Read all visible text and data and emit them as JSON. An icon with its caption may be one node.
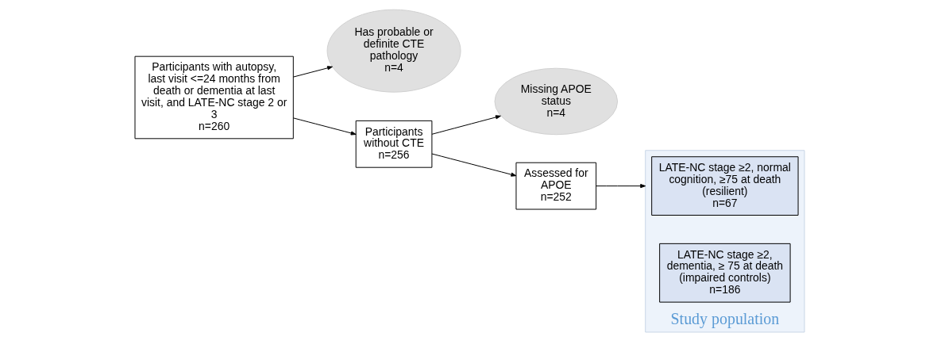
{
  "diagram": {
    "nodes": [
      {
        "text": [
          "Participants with autopsy, last visit <=24 months from death or dementia at last visit, and LATE-NC stage 2 or 3",
          "n=260"
        ]
      },
      {
        "text": [
          "Has probable or definite CTE pathology",
          "n=4"
        ]
      },
      {
        "text": [
          "Participants without CTE",
          "n=256"
        ]
      },
      {
        "text": [
          "Missing APOE status",
          "n=4"
        ]
      },
      {
        "text": [
          "Assessed for APOE",
          "n=252"
        ]
      },
      {
        "text": [
          "Study population"
        ]
      },
      {
        "text": [
          "LATE-NC stage ≥2, normal cognition, ≥75 at death (resilient)",
          "n=67"
        ],
        "in": 5
      },
      {
        "text": [
          "LATE-NC stage ≥2, dementia, ≥ 75 at death (impaired controls)",
          "n=186"
        ],
        "in": 5
      }
    ],
    "edges": [
      {
        "from": 0,
        "to": 2,
        "arrow": "to"
      },
      {
        "from": 0,
        "to": 1,
        "arrow": "to"
      },
      {
        "from": 2,
        "to": 4,
        "arrow": "to"
      },
      {
        "from": 2,
        "to": 3,
        "arrow": "to"
      },
      {
        "from": 4,
        "to": 5,
        "arrow": "to"
      }
    ]
  }
}
